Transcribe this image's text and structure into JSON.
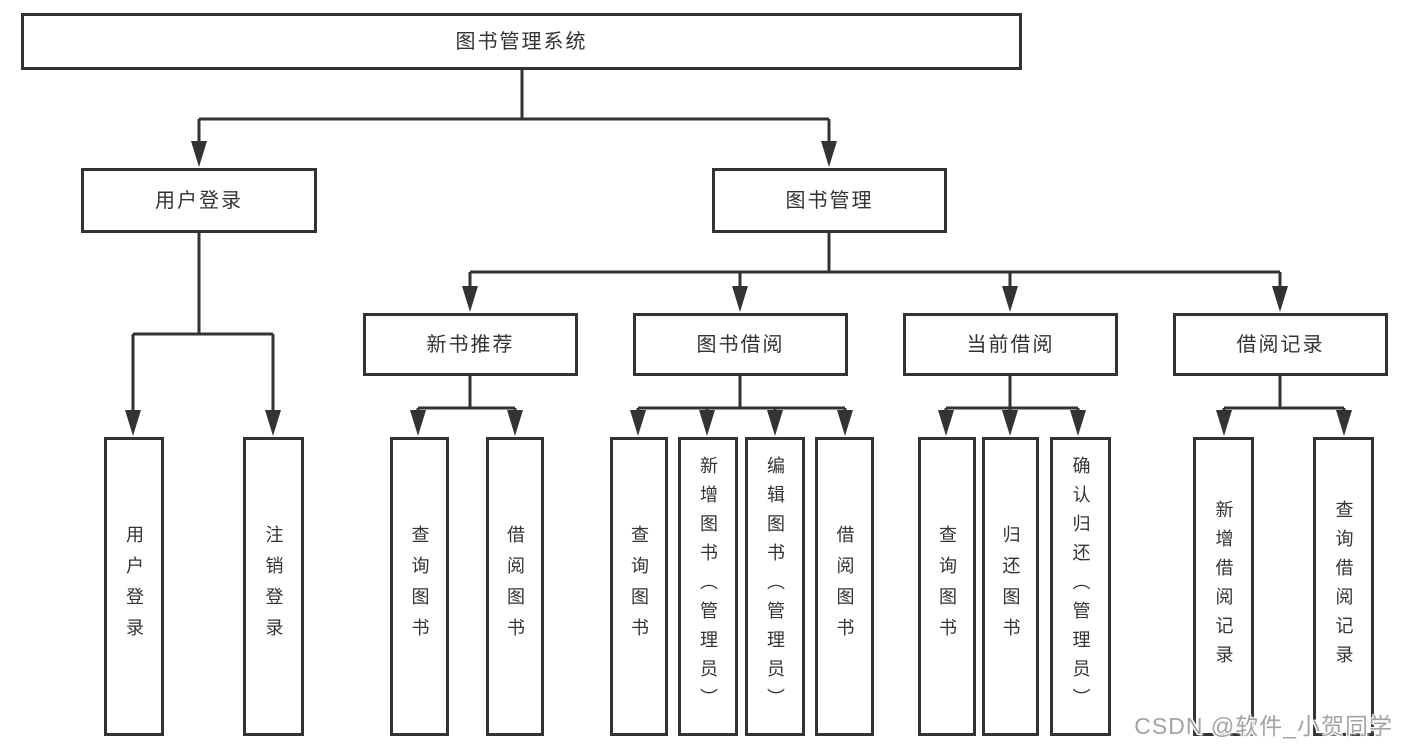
{
  "title": "图书管理系统",
  "tree": {
    "label": "图书管理系统",
    "children": [
      {
        "label": "用户登录",
        "children": [
          {
            "label": "用户登录"
          },
          {
            "label": "注销登录"
          }
        ]
      },
      {
        "label": "图书管理",
        "children": [
          {
            "label": "新书推荐",
            "children": [
              {
                "label": "查询图书"
              },
              {
                "label": "借阅图书"
              }
            ]
          },
          {
            "label": "图书借阅",
            "children": [
              {
                "label": "查询图书"
              },
              {
                "label": "新增图书（管理员）"
              },
              {
                "label": "编辑图书（管理员）"
              },
              {
                "label": "借阅图书"
              }
            ]
          },
          {
            "label": "当前借阅",
            "children": [
              {
                "label": "查询图书"
              },
              {
                "label": "归还图书"
              },
              {
                "label": "确认归还（管理员）"
              }
            ]
          },
          {
            "label": "借阅记录",
            "children": [
              {
                "label": "新增借阅记录"
              },
              {
                "label": "查询借阅记录"
              }
            ]
          }
        ]
      }
    ]
  },
  "watermark": {
    "text": "CSDN @软件_小贺同学"
  },
  "colors": {
    "line": "#333333",
    "text": "#333333",
    "background": "#ffffff",
    "watermark": "#a3a3a3"
  }
}
